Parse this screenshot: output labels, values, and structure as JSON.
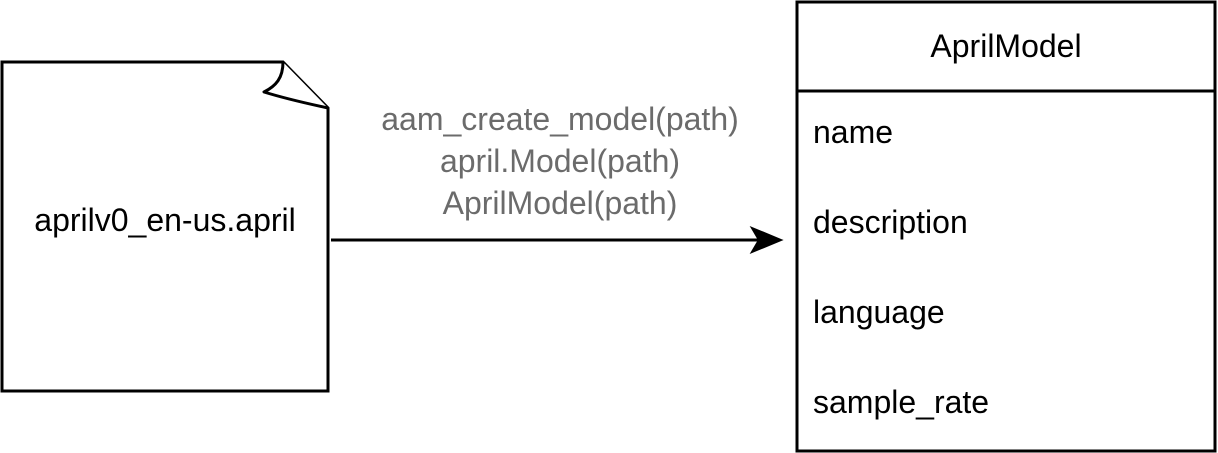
{
  "file": {
    "label": "aprilv0_en-us.april"
  },
  "connector": {
    "labels": [
      "aam_create_model(path)",
      "april.Model(path)",
      "AprilModel(path)"
    ],
    "label_color": "#6b6b6b"
  },
  "class_box": {
    "title": "AprilModel",
    "fields": [
      "name",
      "description",
      "language",
      "sample_rate"
    ]
  }
}
